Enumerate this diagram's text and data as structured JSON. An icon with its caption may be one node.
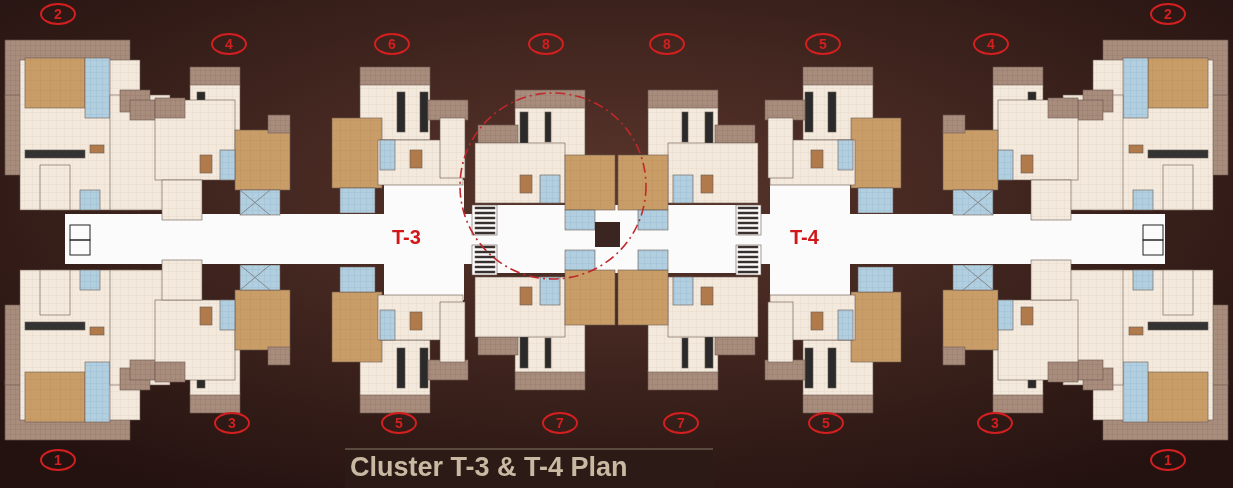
{
  "diagram": {
    "title": "Cluster T-3 & T-4 Plan",
    "labels": [
      "2",
      "4",
      "6",
      "8",
      "8",
      "5",
      "4",
      "2",
      "T-3",
      "T-4",
      "1",
      "3",
      "5",
      "7",
      "7",
      "5",
      "3",
      "1"
    ]
  }
}
